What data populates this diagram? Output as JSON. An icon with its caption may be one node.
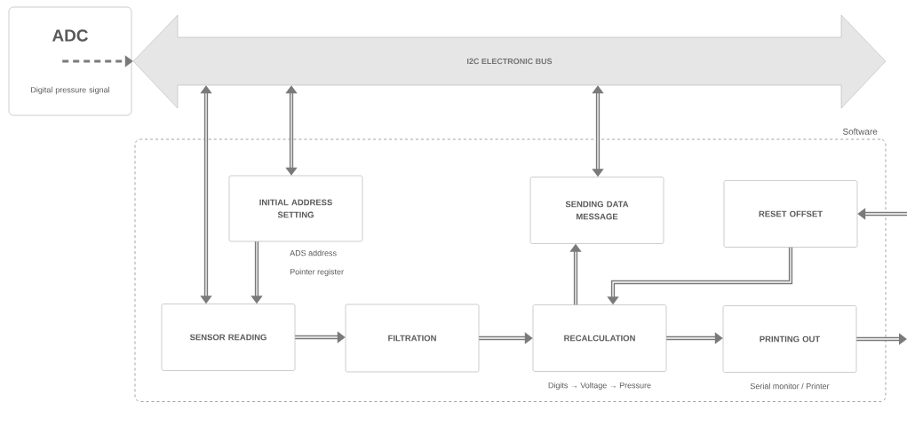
{
  "diagram": {
    "nodes": [
      {
        "text": [
          "ADC",
          "Digital pressure signal"
        ]
      },
      {
        "text": [
          "I2C ELECTRONIC BUS"
        ]
      },
      {
        "text": [
          "Software"
        ]
      },
      {
        "text": [
          "INITIAL ADDRESS SETTING"
        ],
        "in": 2,
        "beside": [
          "ADS address",
          "Pointer register"
        ]
      },
      {
        "text": [
          "SENDING DATA MESSAGE"
        ],
        "in": 2
      },
      {
        "text": [
          "RESET OFFSET"
        ],
        "in": 2
      },
      {
        "text": [
          "SENSOR READING"
        ],
        "in": 2
      },
      {
        "text": [
          "FILTRATION"
        ],
        "in": 2
      },
      {
        "text": [
          "RECALCULATION"
        ],
        "in": 2,
        "beside": [
          "Digits → Voltage → Pressure"
        ]
      },
      {
        "text": [
          "PRINTING OUT"
        ],
        "in": 2,
        "beside": [
          "Serial monitor / Printer"
        ]
      }
    ],
    "edges": [
      {
        "from": 0,
        "to": 1,
        "arrow": "to",
        "style": "dashed"
      },
      {
        "from": 1,
        "to": 6,
        "arrow": "both"
      },
      {
        "from": 1,
        "to": 3,
        "arrow": "both"
      },
      {
        "from": 1,
        "to": 4,
        "arrow": "both"
      },
      {
        "from": 3,
        "to": 6,
        "arrow": "to"
      },
      {
        "from": 6,
        "to": 7,
        "arrow": "to"
      },
      {
        "from": 7,
        "to": 8,
        "arrow": "to"
      },
      {
        "from": 8,
        "to": 4,
        "arrow": "to"
      },
      {
        "from": 5,
        "to": 8,
        "arrow": "to"
      },
      {
        "from": 8,
        "to": 9,
        "arrow": "to"
      },
      {
        "from": 9,
        "to": null,
        "arrow": "to"
      },
      {
        "from": null,
        "to": 5,
        "arrow": "to"
      }
    ]
  }
}
